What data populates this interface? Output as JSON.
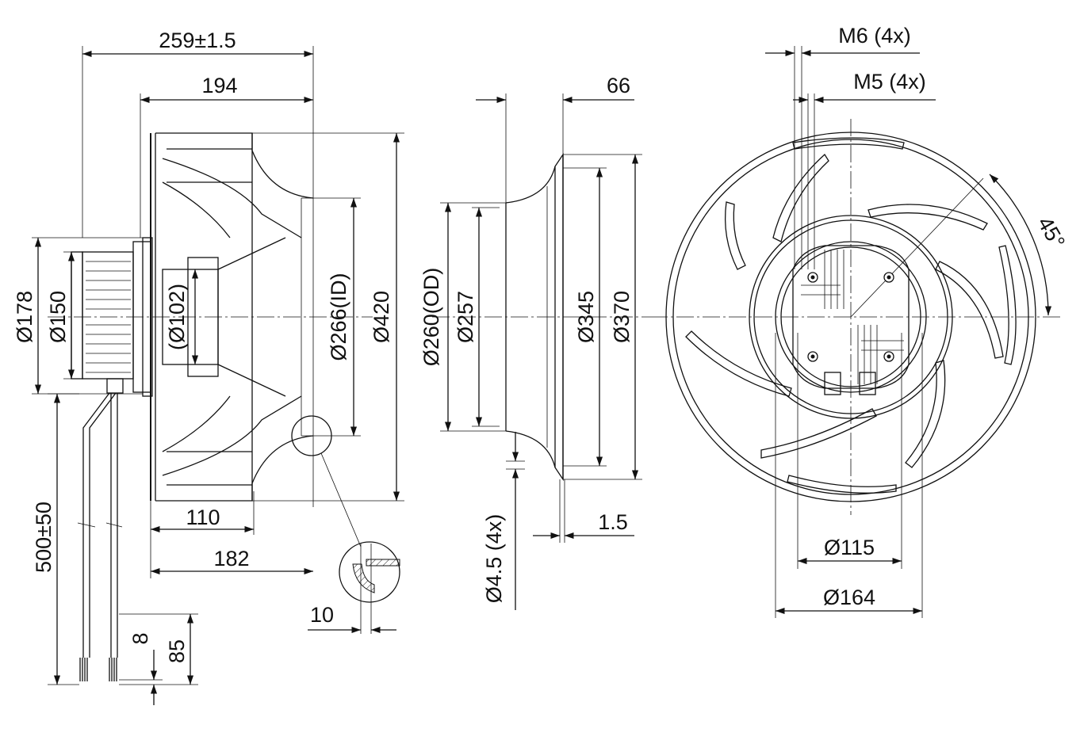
{
  "drawing": {
    "side_view": {
      "overall_length": "259±1.5",
      "impeller_length": "194",
      "motor_dia_outer": "Ø178",
      "motor_dia_inner": "Ø150",
      "hub_dia": "(Ø102)",
      "inlet_id": "Ø266(ID)",
      "outer_dia": "Ø420",
      "depth_110": "110",
      "depth_182": "182",
      "gap_10": "10",
      "cable_length": "500±50",
      "strip_8": "8",
      "strip_85": "85"
    },
    "inlet_ring": {
      "depth_66": "66",
      "od": "Ø260(OD)",
      "d257": "Ø257",
      "d345": "Ø345",
      "d370": "Ø370",
      "holes": "Ø4.5 (4x)",
      "thickness": "1.5"
    },
    "front_view": {
      "thread_m6": "M6 (4x)",
      "thread_m5": "M5 (4x)",
      "angle": "45°",
      "d115": "Ø115",
      "d164": "Ø164"
    }
  },
  "colors": {
    "line": "#111111",
    "background": "#ffffff",
    "hatch": "#d9d9d9"
  }
}
